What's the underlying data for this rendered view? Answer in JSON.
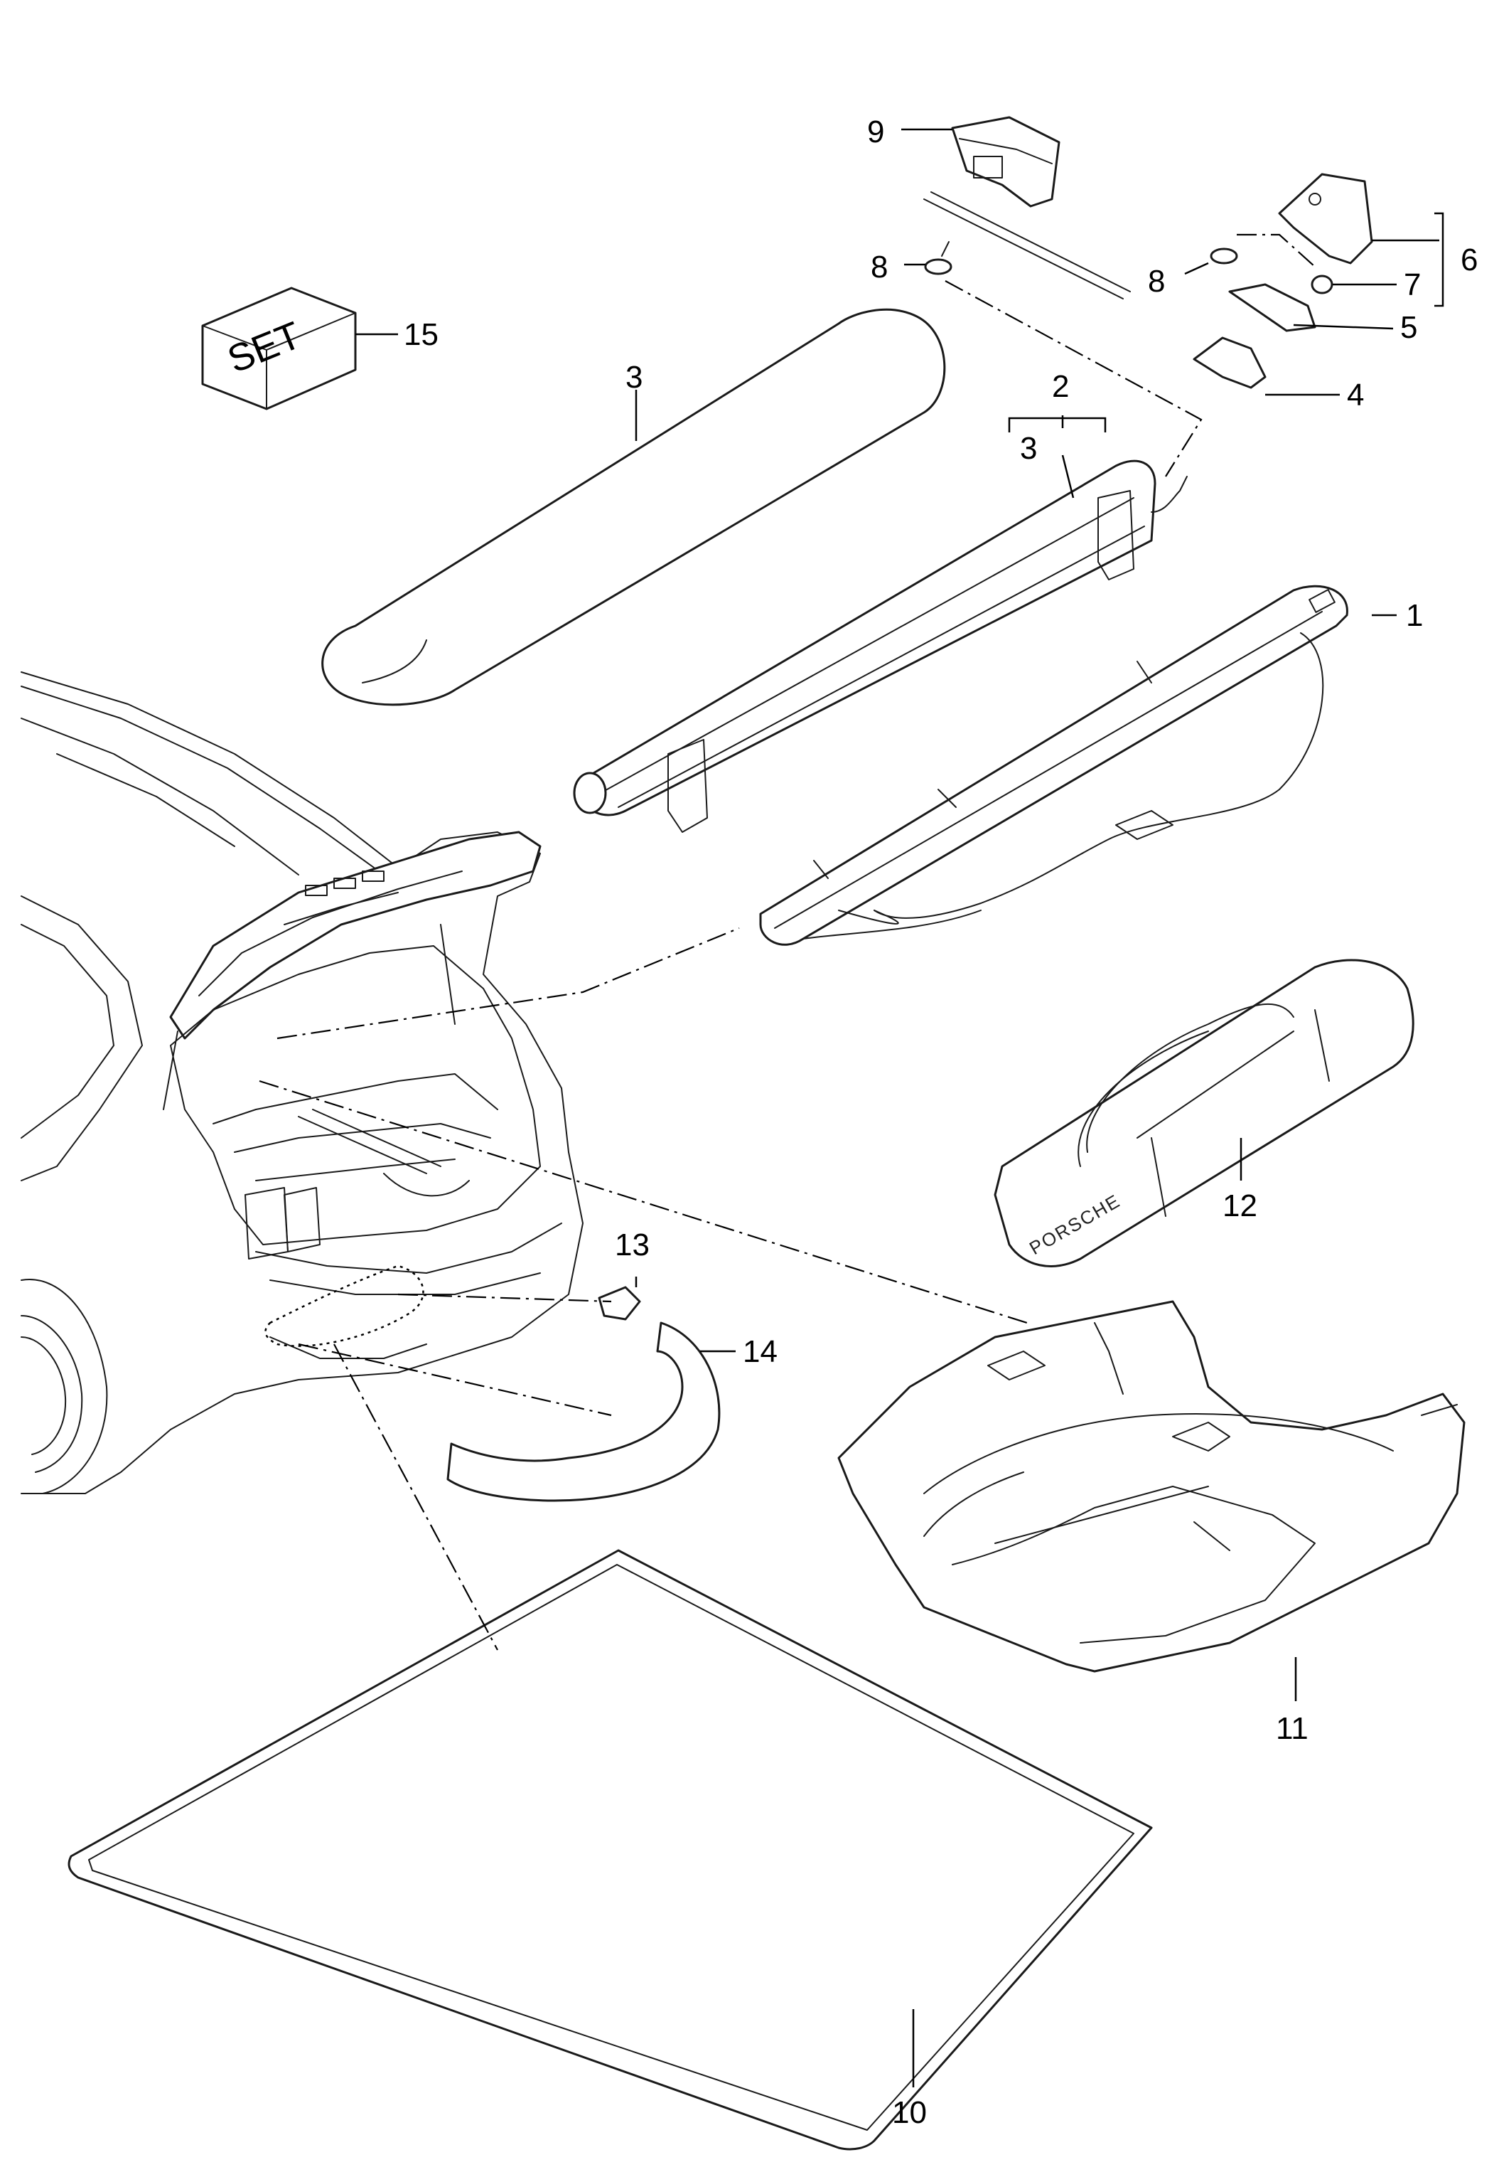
{
  "callouts": {
    "c1": "1",
    "c2": "2",
    "c3a": "3",
    "c3b": "3",
    "c4": "4",
    "c5": "5",
    "c6": "6",
    "c7": "7",
    "c8a": "8",
    "c8b": "8",
    "c9": "9",
    "c10": "10",
    "c11": "11",
    "c12": "12",
    "c13": "13",
    "c14": "14",
    "c15": "15"
  },
  "set_box_label": "SET",
  "bag_brand": "PORSCHE"
}
